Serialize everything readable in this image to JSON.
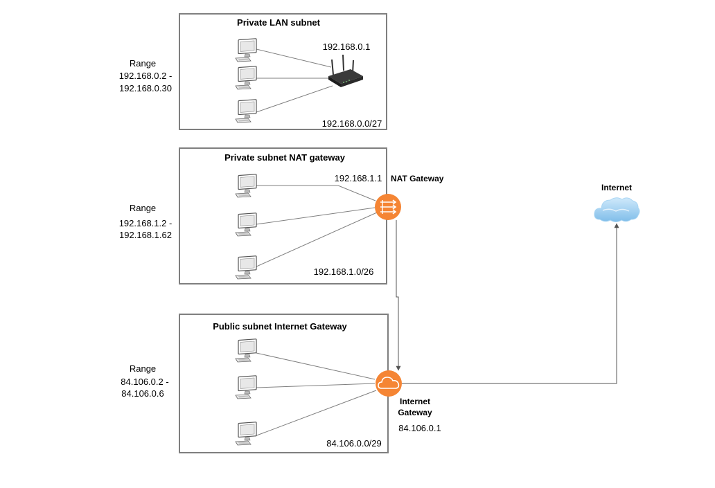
{
  "subnets": [
    {
      "title": "Private LAN subnet",
      "range_label": "Range",
      "range_start": "192.168.0.2 -",
      "range_end": "192.168.0.30",
      "cidr": "192.168.0.0/27",
      "gateway_ip": "192.168.0.1",
      "gateway_icon": "router-icon"
    },
    {
      "title": "Private subnet NAT gateway",
      "range_label": "Range",
      "range_start": "192.168.1.2 -",
      "range_end": "192.168.1.62",
      "cidr": "192.168.1.0/26",
      "gateway_ip": "192.168.1.1",
      "gateway_name": "NAT Gateway",
      "gateway_icon": "nat-gateway-icon"
    },
    {
      "title": "Public subnet Internet Gateway",
      "range_label": "Range",
      "range_start": "84.106.0.2 -",
      "range_end": "84.106.0.6",
      "cidr": "84.106.0.0/29",
      "gateway_ip": "84.106.0.1",
      "gateway_name_line1": "Internet",
      "gateway_name_line2": "Gateway",
      "gateway_icon": "internet-gateway-icon"
    }
  ],
  "internet": {
    "label": "Internet",
    "icon": "cloud-icon"
  },
  "colors": {
    "box_border": "#7f7f7f",
    "gateway_orange": "#f58534",
    "cloud_blue": "#8ec8f0"
  }
}
